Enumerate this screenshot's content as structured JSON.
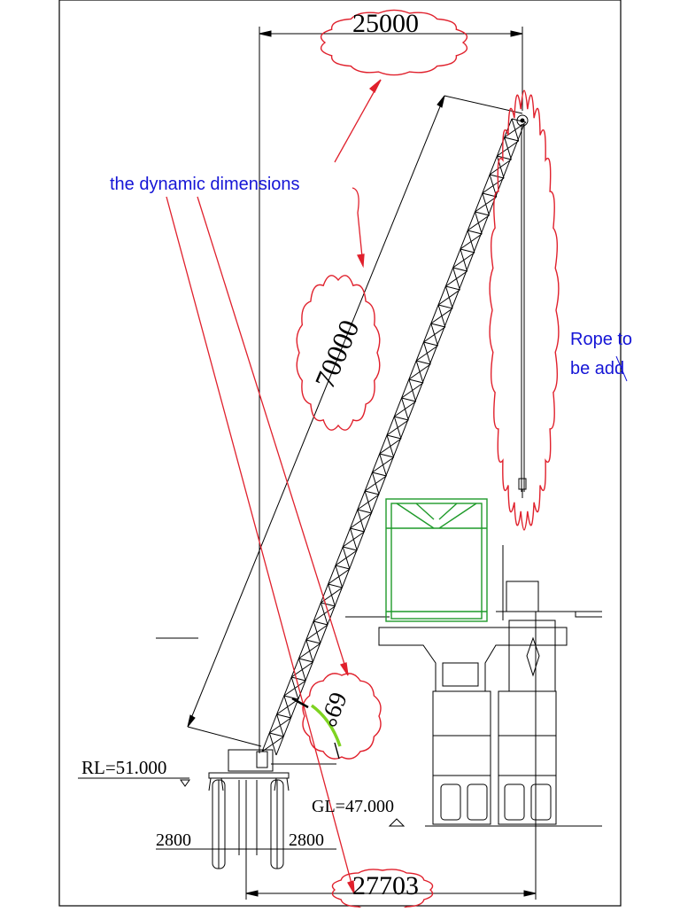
{
  "dimensions": {
    "top_span": "25000",
    "bottom_span": "27703",
    "boom_length": "70000",
    "boom_angle": "69°"
  },
  "levels": {
    "rl": "RL=51.000",
    "gl": "GL=47.000"
  },
  "pile_spacing": {
    "left": "2800",
    "right": "2800"
  },
  "annotations": {
    "dynamic": "the dynamic dimensions",
    "rope_line1": "Rope to",
    "rope_line2": "be add"
  },
  "colors": {
    "markup_red": "#e0202c",
    "note_blue": "#1515d6",
    "frame_green": "#1f9a2a",
    "angle_green": "#7ed321",
    "drawing_black": "#000000"
  }
}
